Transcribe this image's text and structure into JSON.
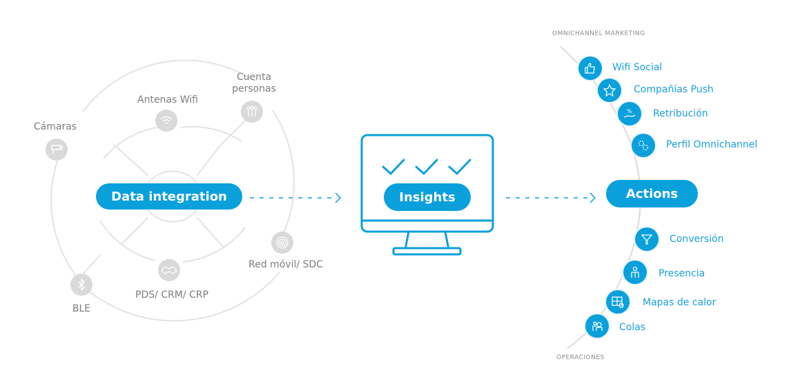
{
  "sources": [
    {
      "id": "camaras",
      "label": "Cámaras",
      "icon": "camera-icon"
    },
    {
      "id": "antenas",
      "label": "Antenas Wifi",
      "icon": "wifi-icon"
    },
    {
      "id": "cuenta",
      "label": "Cuenta\npersonas",
      "icon": "people-counter-icon"
    },
    {
      "id": "redmovil",
      "label": "Red móvil/ SDC",
      "icon": "fingerprint-icon"
    },
    {
      "id": "pds",
      "label": "PDS/ CRM/ CRP",
      "icon": "handshake-icon"
    },
    {
      "id": "ble",
      "label": "BLE",
      "icon": "bluetooth-icon"
    }
  ],
  "data_integration": "Data integration",
  "insights": "Insights",
  "actions": "Actions",
  "captions": {
    "top": "OMNICHANNEL MARKETING",
    "bottom": "OPERACIONES"
  },
  "actions_list": [
    {
      "label": "Wifi Social",
      "icon": "thumbs-up-icon"
    },
    {
      "label": "Compañías Push",
      "icon": "star-icon"
    },
    {
      "label": "Retribución",
      "icon": "percent-hand-icon"
    },
    {
      "label": "Perfil Omnichannel",
      "icon": "gears-icon"
    },
    {
      "label": "Conversión",
      "icon": "funnel-icon"
    },
    {
      "label": "Presencia",
      "icon": "presence-icon"
    },
    {
      "label": "Mapas de calor",
      "icon": "heatmap-icon"
    },
    {
      "label": "Colas",
      "icon": "queue-icon"
    }
  ],
  "colors": {
    "accent": "#0aa0dc",
    "grey": "#d9d9d9",
    "text_grey": "#7d7d7d"
  }
}
